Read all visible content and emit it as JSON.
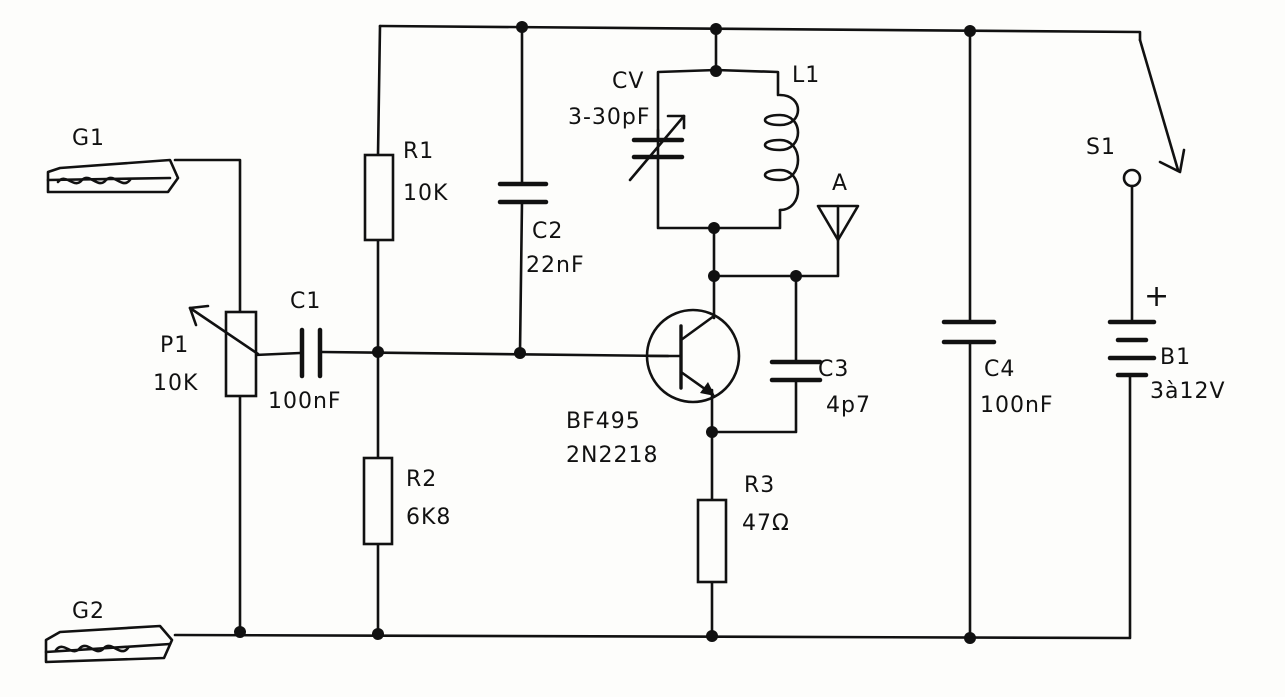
{
  "labels": {
    "g1": "G1",
    "g2": "G2",
    "p1_ref": "P1",
    "p1_value": "10K",
    "c1_ref": "C1",
    "c1_value": "100nF",
    "r1_ref": "R1",
    "r1_value": "10K",
    "r2_ref": "R2",
    "r2_value": "6K8",
    "c2_ref": "C2",
    "c2_value": "22nF",
    "cv_ref": "CV",
    "cv_value": "3-30pF",
    "l1_ref": "L1",
    "antenna_ref": "A",
    "transistor_type1": "BF495",
    "transistor_type2": "2N2218",
    "c3_ref": "C3",
    "c3_value": "4p7",
    "r3_ref": "R3",
    "r3_value": "47Ω",
    "c4_ref": "C4",
    "c4_value": "100nF",
    "s1_ref": "S1",
    "b1_ref": "B1",
    "b1_value": "3à12V",
    "b1_polarity": "+"
  }
}
